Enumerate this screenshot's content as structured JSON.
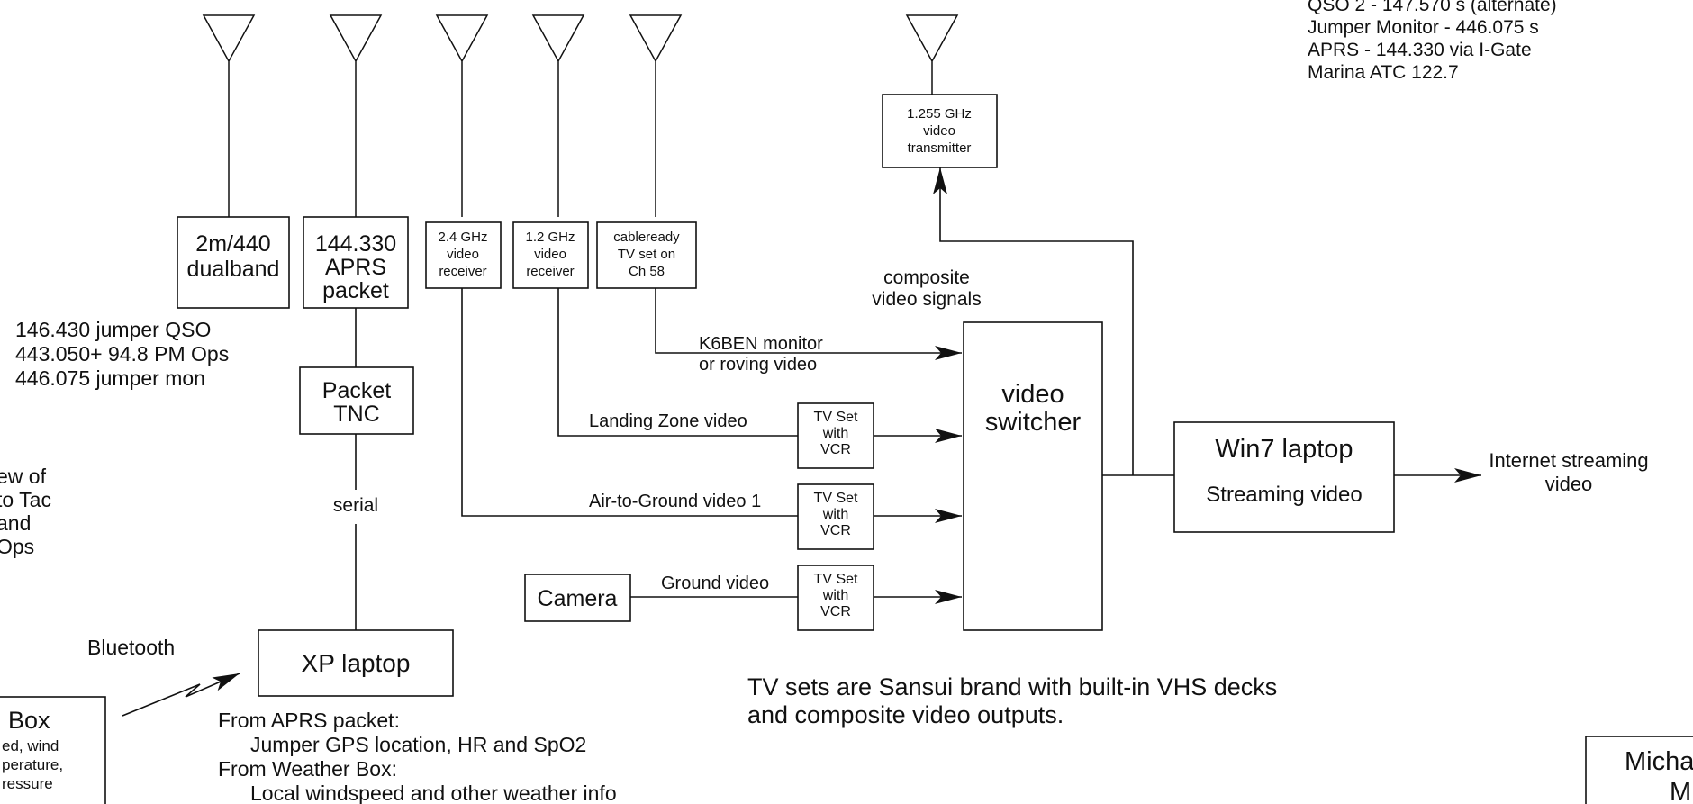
{
  "notes_top_right": [
    "QSO 2 - 147.570 s (alternate)",
    "Jumper Monitor - 446.075 s",
    "APRS - 144.330 via I-Gate",
    "Marina ATC 122.7"
  ],
  "radios": {
    "dualband": [
      "2m/440",
      "dualband"
    ],
    "aprs_radio": [
      "144.330",
      "APRS",
      "packet"
    ],
    "rx_24": [
      "2.4 GHz",
      "video",
      "receiver"
    ],
    "rx_12": [
      "1.2 GHz",
      "video",
      "receiver"
    ],
    "cableready": [
      "cableready",
      "TV set on",
      "Ch 58"
    ],
    "transmitter": [
      "1.255 GHz",
      "video",
      "transmitter"
    ]
  },
  "freq_list": [
    "146.430 jumper QSO",
    "443.050+ 94.8 PM Ops",
    "446.075 jumper mon"
  ],
  "left_partial": [
    "ew of",
    "to Tac",
    "and",
    "Ops"
  ],
  "packet_tnc": [
    "Packet",
    "TNC"
  ],
  "serial_label": "serial",
  "bluetooth_label": "Bluetooth",
  "xp_laptop": "XP laptop",
  "weather_box": {
    "title": "Box",
    "lines": [
      "ed, wind",
      "perature,",
      "ressure"
    ]
  },
  "xp_notes": [
    "From APRS packet:",
    "Jumper GPS location, HR and SpO2",
    "From Weather Box:",
    "Local windspeed and other weather info"
  ],
  "composite_label": [
    "composite",
    "video signals"
  ],
  "k6ben_label": [
    "K6BEN monitor",
    "or roving video"
  ],
  "feeds": {
    "landing": "Landing Zone video",
    "air": "Air-to-Ground video 1",
    "ground": "Ground video"
  },
  "tvset_label": [
    "TV Set",
    "with",
    "VCR"
  ],
  "camera": "Camera",
  "switcher": [
    "video",
    "switcher"
  ],
  "win7": {
    "title": "Win7 laptop",
    "subtitle": "Streaming video"
  },
  "internet": [
    "Internet streaming",
    "video"
  ],
  "tv_note": [
    "TV sets are Sansui brand with built-in VHS decks",
    "and composite video outputs."
  ],
  "credit_partial": [
    "Micha",
    "M"
  ]
}
